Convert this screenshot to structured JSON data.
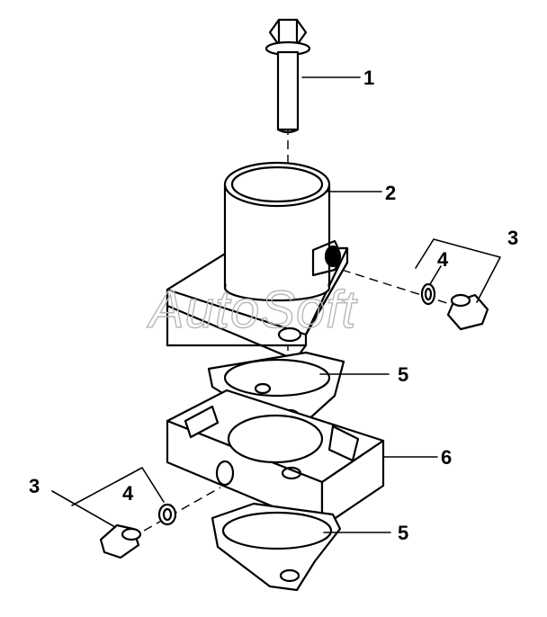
{
  "watermark": {
    "text": "AutoSoft"
  },
  "callouts": {
    "c1": "1",
    "c2": "2",
    "c3_right": "3",
    "c4_right": "4",
    "c5_upper": "5",
    "c6": "6",
    "c5_lower": "5",
    "c3_left": "3",
    "c4_left": "4"
  },
  "parts": [
    {
      "ref": "1",
      "name": "bolt-icon"
    },
    {
      "ref": "2",
      "name": "thermostat-housing-icon"
    },
    {
      "ref": "3",
      "name": "plug-icon"
    },
    {
      "ref": "4",
      "name": "washer-icon"
    },
    {
      "ref": "5",
      "name": "gasket-icon"
    },
    {
      "ref": "6",
      "name": "spacer-block-icon"
    }
  ]
}
